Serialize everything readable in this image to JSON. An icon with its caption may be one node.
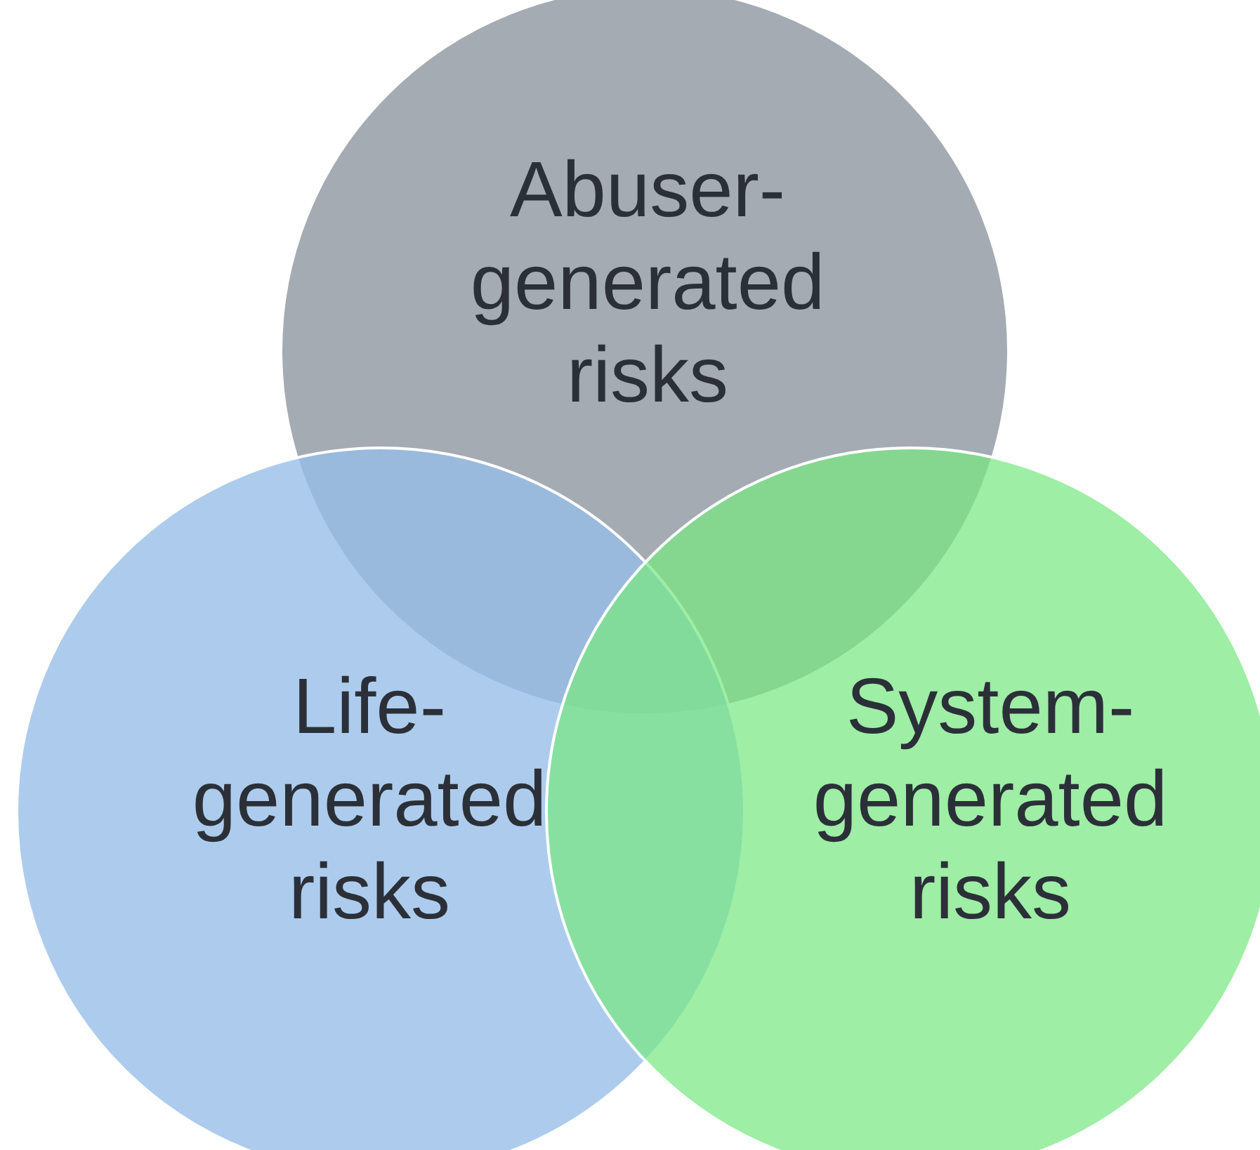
{
  "diagram": {
    "nodes": [
      {
        "text": [
          "Abuser-generated risks"
        ]
      },
      {
        "text": [
          "Life-generated risks"
        ]
      },
      {
        "text": [
          "System-generated risks"
        ]
      }
    ],
    "edges": []
  }
}
